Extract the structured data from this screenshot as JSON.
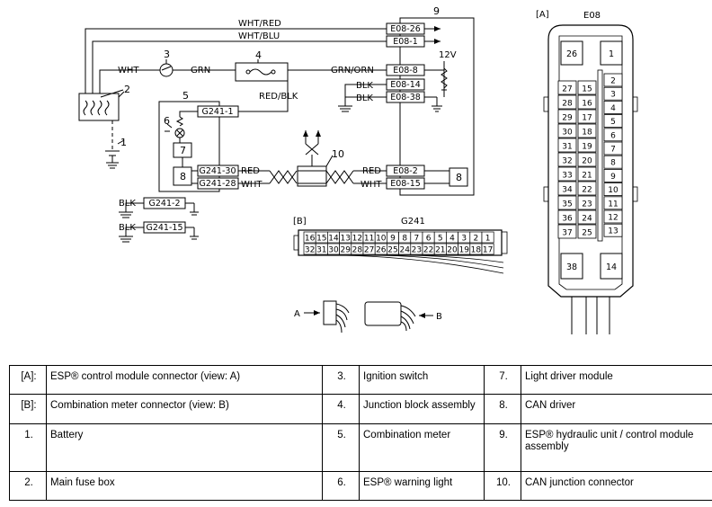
{
  "diagram": {
    "wires": {
      "wht_red": "WHT/RED",
      "wht_blu": "WHT/BLU",
      "wht": "WHT",
      "grn": "GRN",
      "grn_orn": "GRN/ORN",
      "red_blk": "RED/BLK",
      "blk": "BLK",
      "red": "RED",
      "volt": "12V"
    },
    "terminals": {
      "e08_26": "E08-26",
      "e08_1": "E08-1",
      "e08_8": "E08-8",
      "e08_14": "E08-14",
      "e08_38": "E08-38",
      "e08_2": "E08-2",
      "e08_15": "E08-15",
      "g241_1": "G241-1",
      "g241_30": "G241-30",
      "g241_28": "G241-28",
      "g241_2": "G241-2",
      "g241_15": "G241-15"
    },
    "callouts": [
      "1",
      "2",
      "3",
      "4",
      "5",
      "6",
      "7",
      "8",
      "8",
      "9",
      "10"
    ],
    "view_a": {
      "tag": "[A]",
      "title": "E08",
      "top_left": "26",
      "top_right": "1",
      "bottom_left": "38",
      "bottom_right": "14",
      "left_col_a": [
        "27",
        "28",
        "29",
        "30",
        "31",
        "32",
        "33",
        "34",
        "35",
        "36",
        "37"
      ],
      "left_col_b": [
        "15",
        "16",
        "17",
        "18",
        "19",
        "20",
        "21",
        "22",
        "23",
        "24",
        "25"
      ],
      "right_col": [
        "2",
        "3",
        "4",
        "5",
        "6",
        "7",
        "8",
        "9",
        "10",
        "11",
        "12",
        "13"
      ]
    },
    "view_b": {
      "tag": "[B]",
      "title": "G241",
      "top_row": [
        "16",
        "15",
        "14",
        "13",
        "12",
        "11",
        "10",
        "9",
        "8",
        "7",
        "6",
        "5",
        "4",
        "3",
        "2",
        "1"
      ],
      "bottom_row": [
        "32",
        "31",
        "30",
        "29",
        "28",
        "27",
        "26",
        "25",
        "24",
        "23",
        "22",
        "21",
        "20",
        "19",
        "18",
        "17"
      ]
    },
    "arrows": {
      "a": "A",
      "b": "B"
    }
  },
  "legend": {
    "rows": [
      [
        {
          "k": "[A]:",
          "v": "ESP® control module connector (view: A)"
        },
        {
          "k": "3.",
          "v": "Ignition switch"
        },
        {
          "k": "7.",
          "v": "Light driver module"
        }
      ],
      [
        {
          "k": "[B]:",
          "v": "Combination meter connector (view: B)"
        },
        {
          "k": "4.",
          "v": "Junction block assembly"
        },
        {
          "k": "8.",
          "v": "CAN driver"
        }
      ],
      [
        {
          "k": "1.",
          "v": "Battery"
        },
        {
          "k": "5.",
          "v": "Combination meter"
        },
        {
          "k": "9.",
          "v": "ESP® hydraulic unit / control module assembly"
        }
      ],
      [
        {
          "k": "2.",
          "v": "Main fuse box"
        },
        {
          "k": "6.",
          "v": "ESP® warning light"
        },
        {
          "k": "10.",
          "v": "CAN junction connector"
        }
      ]
    ]
  }
}
